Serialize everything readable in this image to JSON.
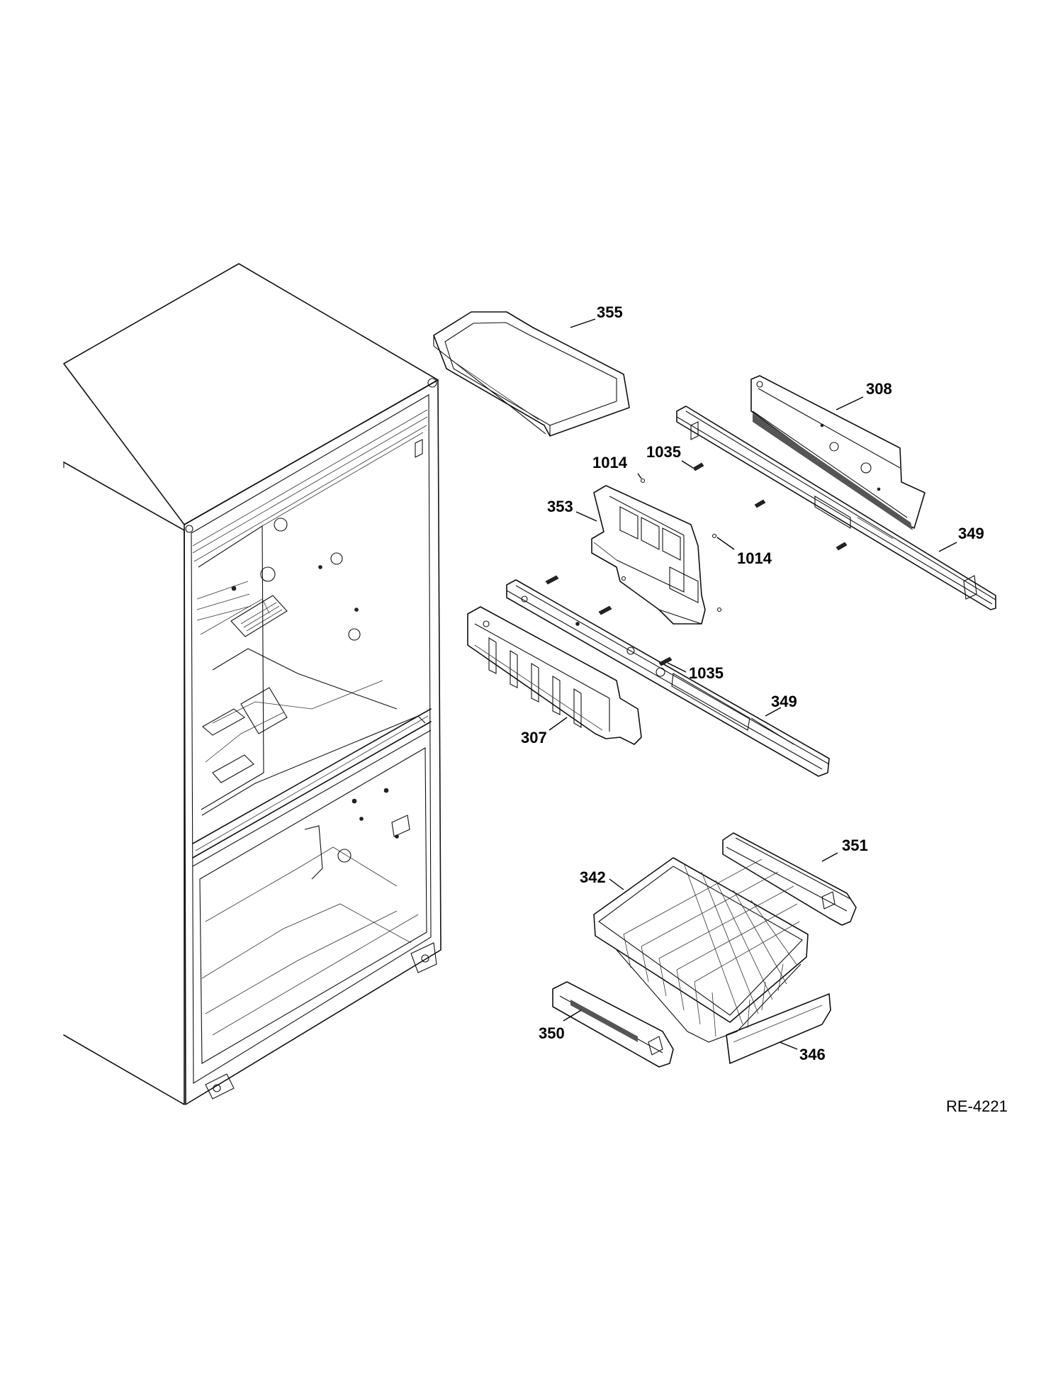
{
  "diagram": {
    "reference_code": "RE-4221",
    "callouts": [
      {
        "id": "c355",
        "label": "355"
      },
      {
        "id": "c308",
        "label": "308"
      },
      {
        "id": "c1014a",
        "label": "1014"
      },
      {
        "id": "c1035a",
        "label": "1035"
      },
      {
        "id": "c353",
        "label": "353"
      },
      {
        "id": "c1014b",
        "label": "1014"
      },
      {
        "id": "c349a",
        "label": "349"
      },
      {
        "id": "c1035b",
        "label": "1035"
      },
      {
        "id": "c349b",
        "label": "349"
      },
      {
        "id": "c307",
        "label": "307"
      },
      {
        "id": "c351",
        "label": "351"
      },
      {
        "id": "c342",
        "label": "342"
      },
      {
        "id": "c350",
        "label": "350"
      },
      {
        "id": "c346",
        "label": "346"
      }
    ]
  }
}
